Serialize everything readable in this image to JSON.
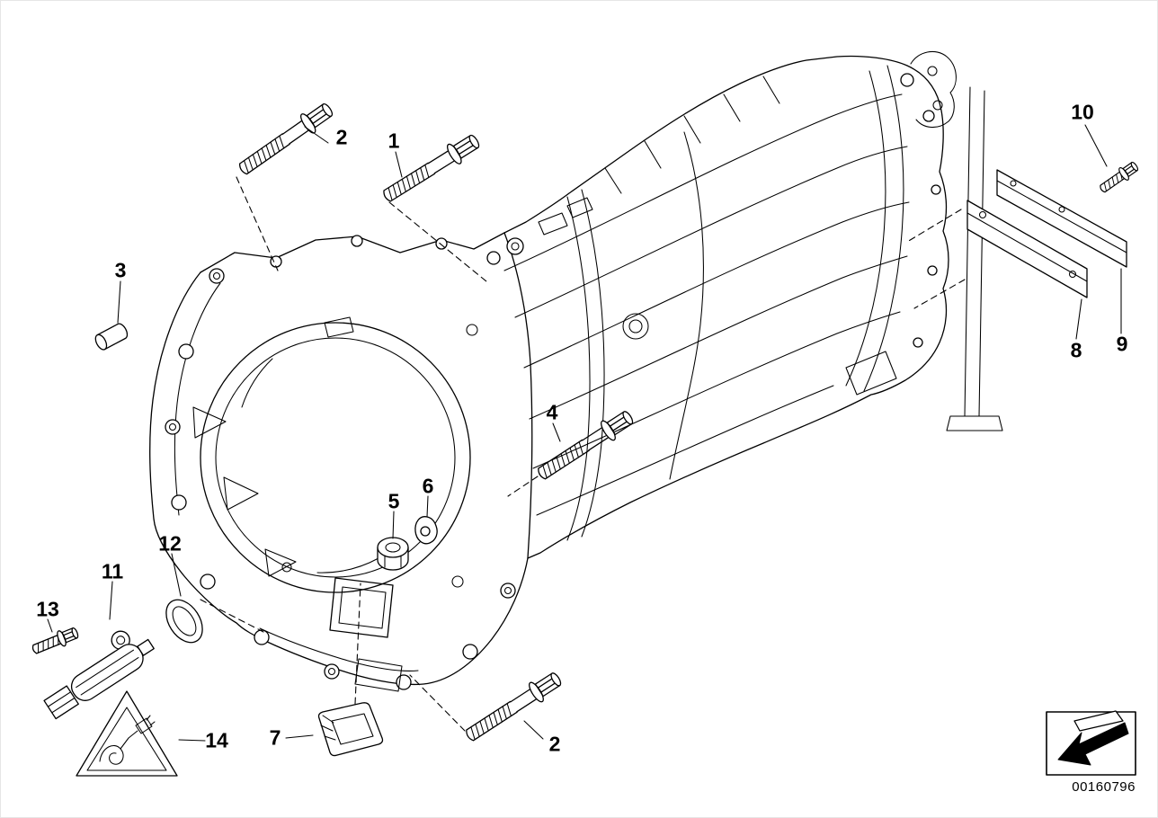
{
  "colors": {
    "line": "#000000",
    "background": "#ffffff"
  },
  "diagram": {
    "image_number": "00160796",
    "icons": {
      "nav_arrow": "thick-arrow-pointing-lower-left"
    },
    "part_labels": [
      {
        "text": "2"
      },
      {
        "text": "1"
      },
      {
        "text": "10"
      },
      {
        "text": "3"
      },
      {
        "text": "8"
      },
      {
        "text": "9"
      },
      {
        "text": "4"
      },
      {
        "text": "6"
      },
      {
        "text": "5"
      },
      {
        "text": "12"
      },
      {
        "text": "11"
      },
      {
        "text": "13"
      },
      {
        "text": "14"
      },
      {
        "text": "7"
      },
      {
        "text": "2"
      }
    ]
  }
}
